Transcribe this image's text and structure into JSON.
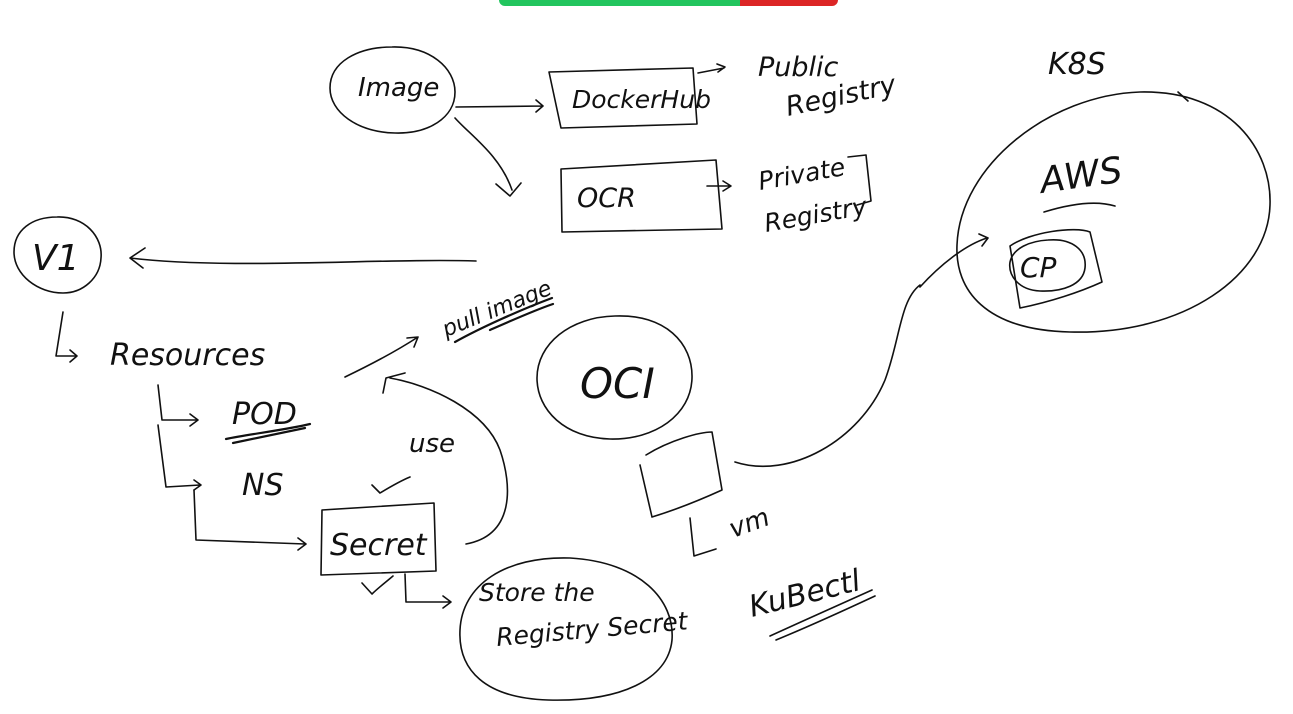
{
  "colors": {
    "ink": "#111111",
    "bar_left": "#22c55e",
    "bar_right": "#dc2626",
    "background": "#ffffff"
  },
  "labels": {
    "image": "Image",
    "dockerhub": "DockerHub",
    "public_line1": "Public",
    "public_line2": "Registry",
    "ocr": "OCR",
    "private_line1": "Private",
    "private_line2": "Registry",
    "k8s": "K8S",
    "aws": "AWS",
    "cp": "CP",
    "v1": "V1",
    "resources": "Resources",
    "pod": "POD",
    "ns": "NS",
    "secret": "Secret",
    "use": "use",
    "pull_image": "pull image",
    "oci": "OCI",
    "vm": "vm",
    "store_line1": "Store the",
    "store_line2": "Registry Secret",
    "kubectl": "KuBectl"
  }
}
